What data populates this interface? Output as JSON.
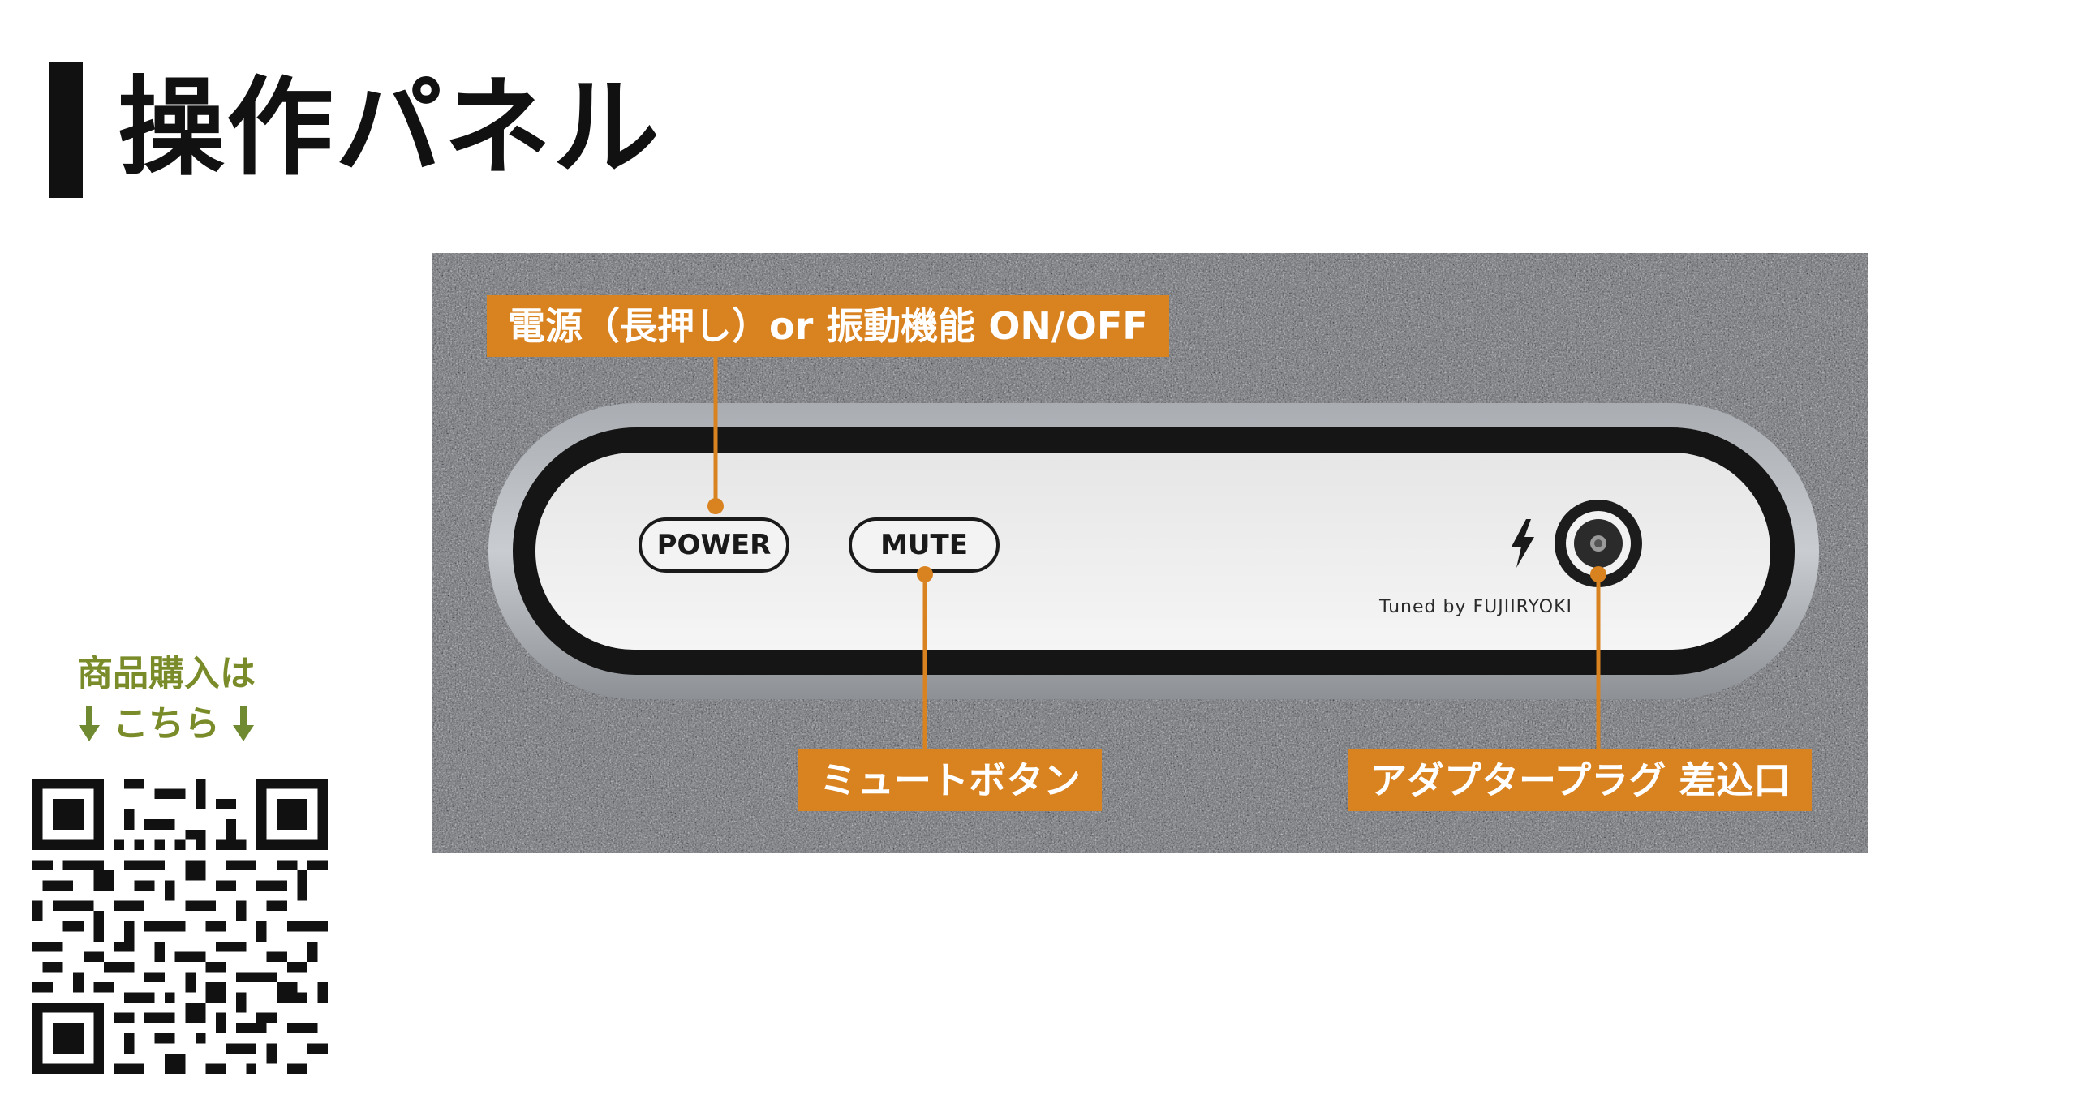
{
  "page": {
    "title": "操作パネル"
  },
  "panel": {
    "power_label": "POWER",
    "mute_label": "MUTE",
    "tuned_text": "Tuned by FUJIIRYOKI"
  },
  "callouts": {
    "power": "電源（長押し）or 振動機能 ON/OFF",
    "mute": "ミュートボタン",
    "adapter": "アダプタープラグ 差込口"
  },
  "promo": {
    "line1": "商品購入は",
    "line2": "こちら"
  },
  "colors": {
    "accent": "#d98220",
    "promo_green": "#7a8c2a",
    "title_bar": "#111111"
  },
  "icons": {
    "power_jack": "lightning-bolt-icon",
    "arrow": "arrow-down-icon",
    "qr": "qr-code-icon"
  }
}
